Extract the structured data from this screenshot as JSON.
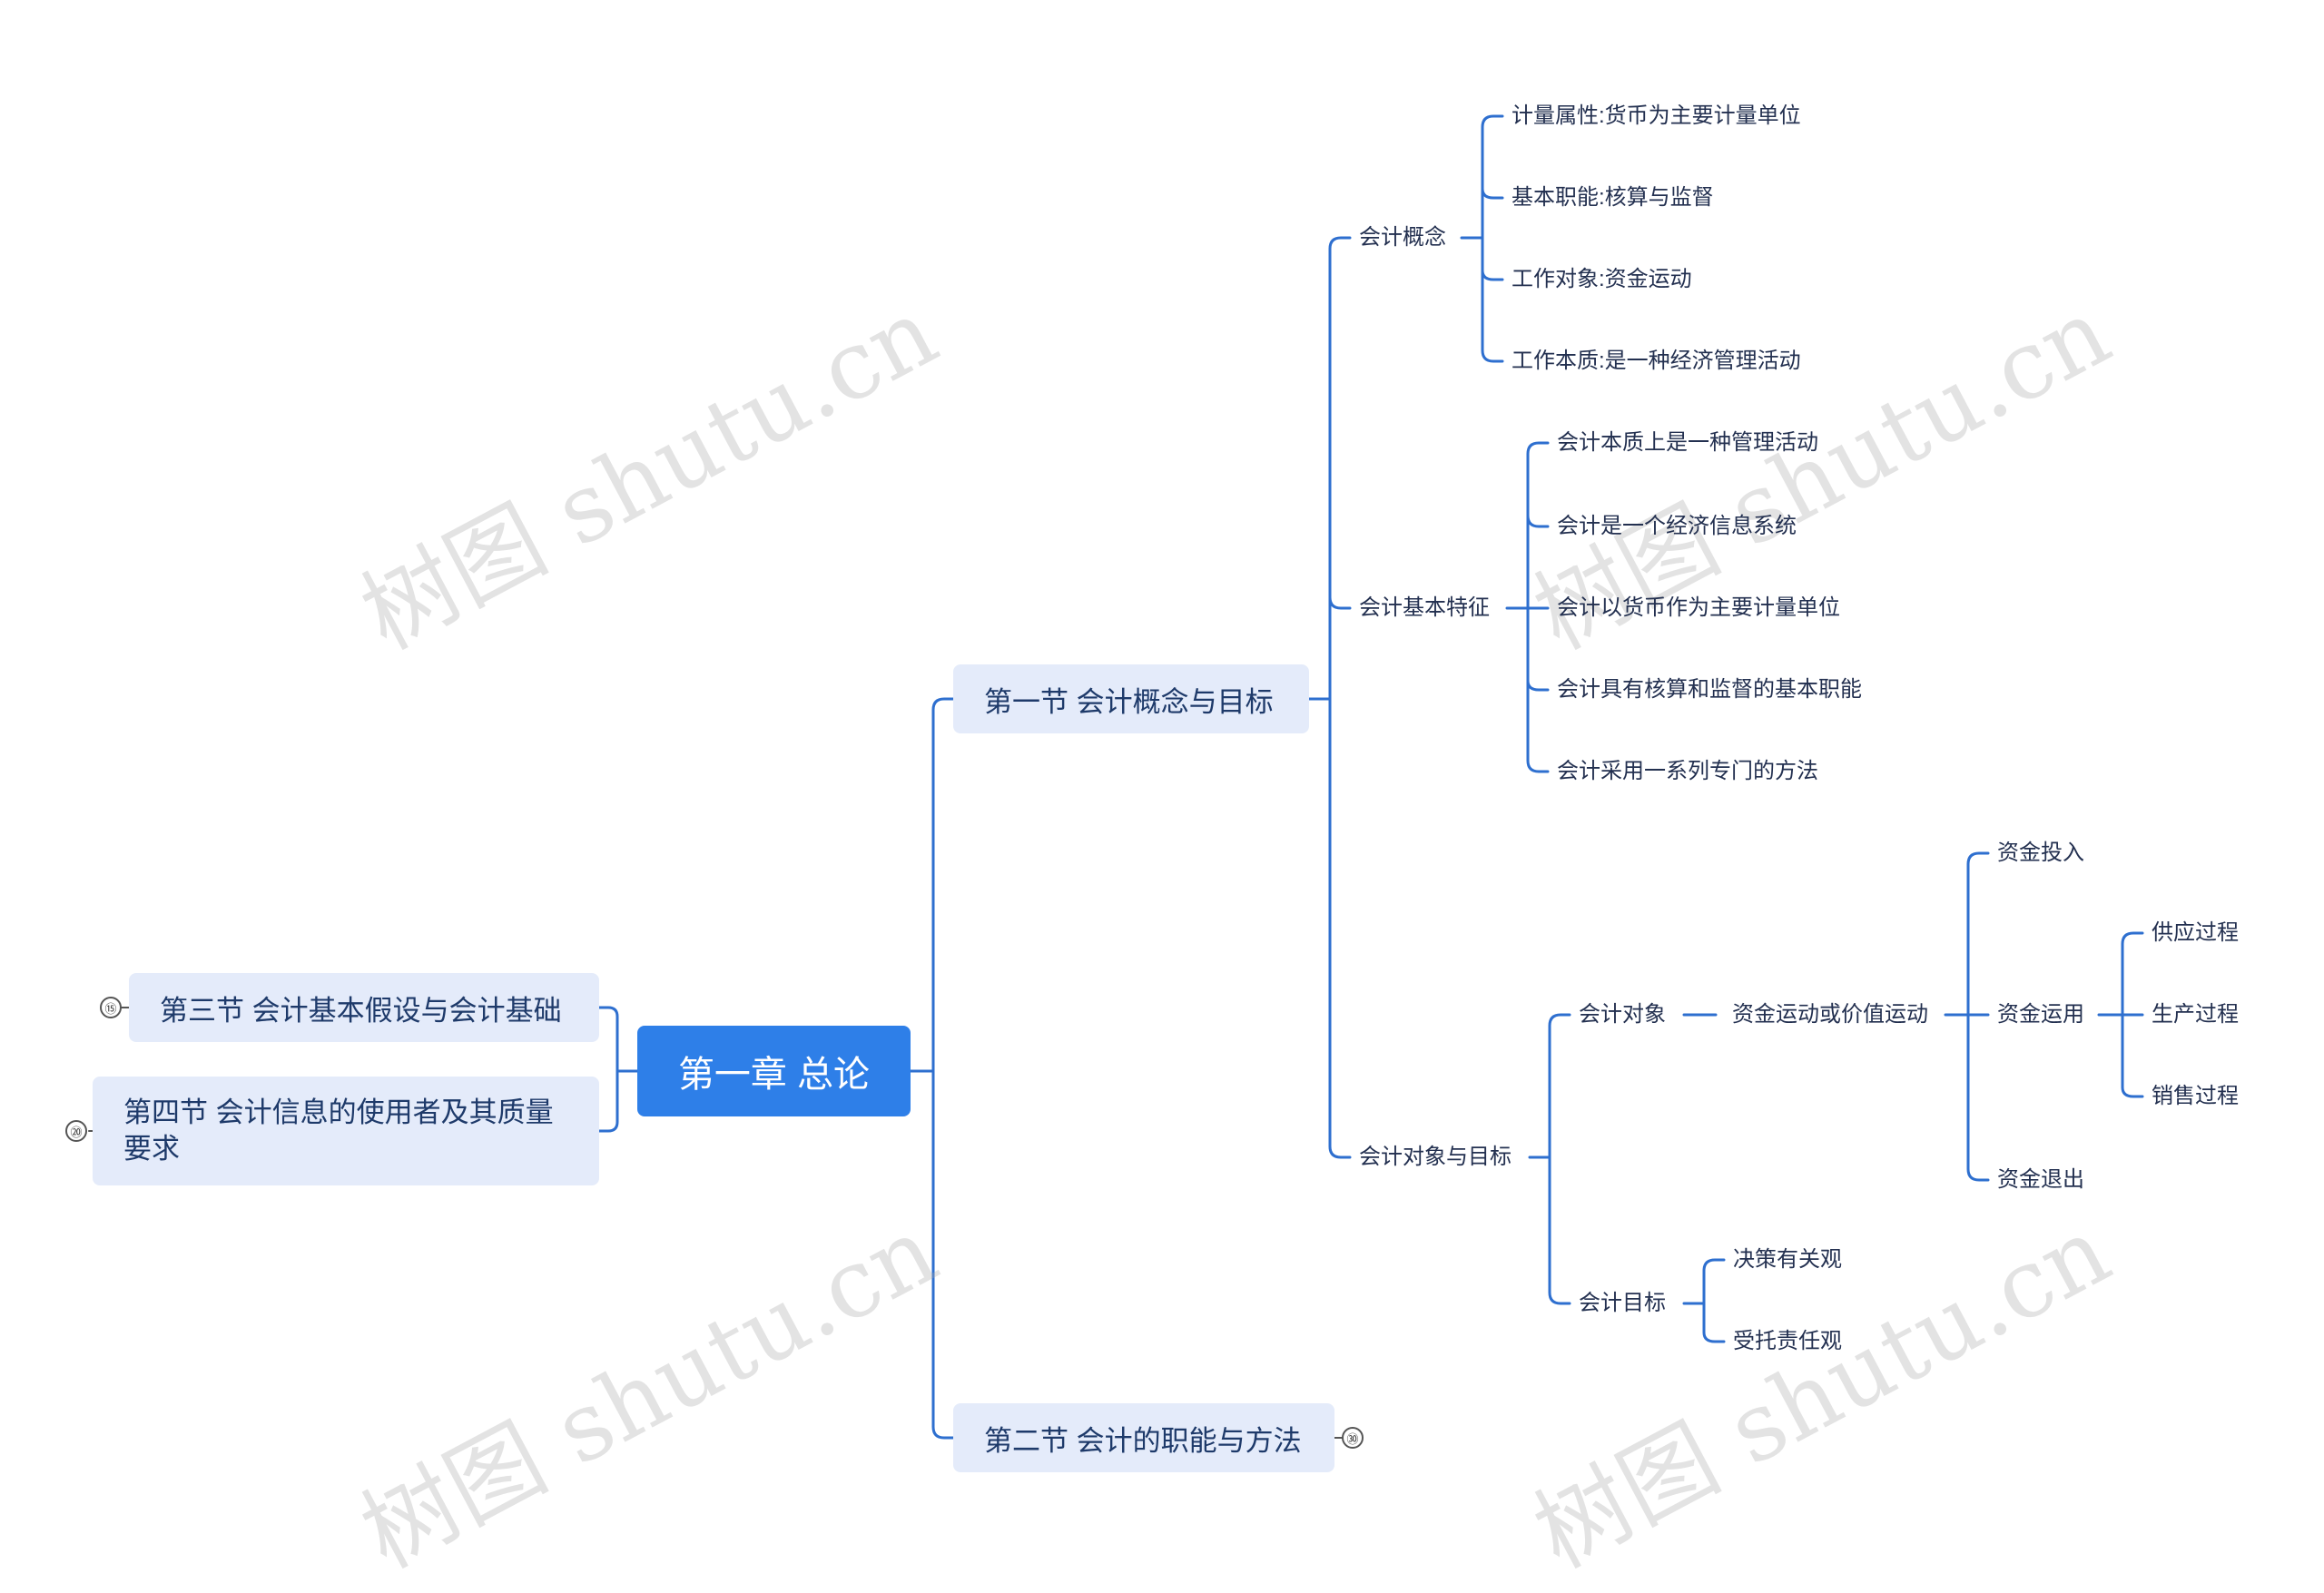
{
  "root": {
    "label": "第一章 总论"
  },
  "left_sections": [
    {
      "label": "第三节 会计基本假设与会计基础",
      "count": "⑮"
    },
    {
      "label": "第四节 会计信息的使用者及其质量要求",
      "count": "⑳"
    }
  ],
  "section1": {
    "label": "第一节 会计概念与目标",
    "concept": {
      "label": "会计概念",
      "items": [
        "计量属性:货币为主要计量单位",
        "基本职能:核算与监督",
        "工作对象:资金运动",
        "工作本质:是一种经济管理活动"
      ]
    },
    "features": {
      "label": "会计基本特征",
      "items": [
        "会计本质上是一种管理活动",
        "会计是一个经济信息系统",
        "会计以货币作为主要计量单位",
        "会计具有核算和监督的基本职能",
        "会计采用一系列专门的方法"
      ]
    },
    "object_goal": {
      "label": "会计对象与目标",
      "object": {
        "label": "会计对象",
        "child": "资金运动或价值运动",
        "flows": [
          "资金投入",
          "资金运用",
          "资金退出"
        ],
        "processes": [
          "供应过程",
          "生产过程",
          "销售过程"
        ]
      },
      "goal": {
        "label": "会计目标",
        "items": [
          "决策有关观",
          "受托责任观"
        ]
      }
    }
  },
  "section2": {
    "label": "第二节 会计的职能与方法",
    "count": "㉚"
  },
  "watermark": "树图 shutu.cn",
  "colors": {
    "root_bg": "#2e7fe8",
    "section_bg": "#e4ebfa",
    "line": "#2e6fcf"
  }
}
